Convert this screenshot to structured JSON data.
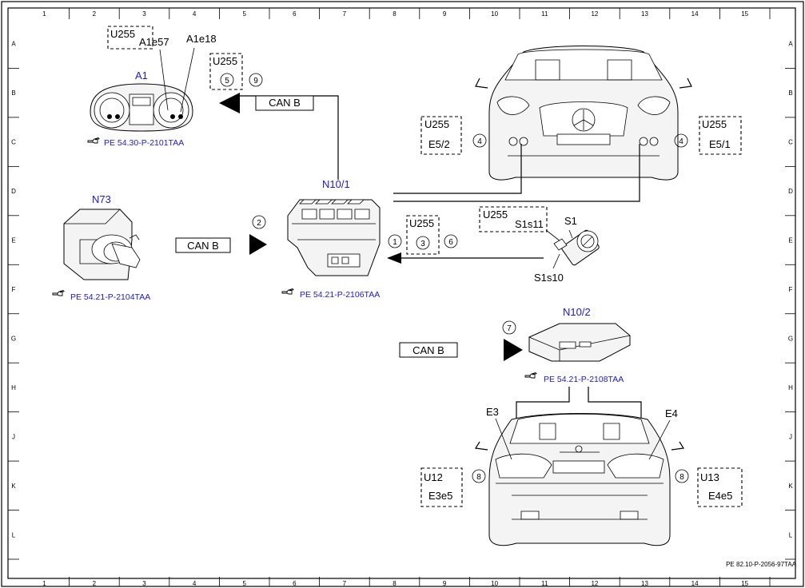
{
  "grid": {
    "columns": [
      "1",
      "2",
      "3",
      "4",
      "5",
      "6",
      "7",
      "8",
      "9",
      "10",
      "11",
      "12",
      "13",
      "14",
      "15"
    ],
    "rows": [
      "A",
      "B",
      "C",
      "D",
      "E",
      "F",
      "G",
      "H",
      "J",
      "K",
      "L"
    ]
  },
  "footer_code": "PE 82.10-P-2056-97TAA",
  "components": {
    "a1": {
      "label": "A1",
      "u_code": "U255",
      "label_a": "A1e57",
      "label_b": "A1e18",
      "ref": "PE 54.30-P-2101TAA"
    },
    "n73": {
      "label": "N73",
      "ref": "PE 54.21-P-2104TAA"
    },
    "n10_1": {
      "label": "N10/1",
      "ref": "PE 54.21-P-2106TAA"
    },
    "n10_2": {
      "label": "N10/2",
      "ref": "PE 54.21-P-2108TAA"
    },
    "s1": {
      "label": "S1",
      "u_code": "U255",
      "label_a": "S1s11",
      "label_b": "S1s10"
    },
    "front_left": {
      "u_code": "U255",
      "label": "E5/2"
    },
    "front_right": {
      "u_code": "U255",
      "label": "E5/1"
    },
    "rear_left": {
      "u_code": "U12",
      "label": "E3e5",
      "lamp": "E3"
    },
    "rear_right": {
      "u_code": "U13",
      "label": "E4e5",
      "lamp": "E4"
    },
    "mid_box": {
      "u_code": "U255"
    },
    "top_box": {
      "u_code": "U255"
    }
  },
  "can_label": "CAN B",
  "step_numbers": {
    "s1": "1",
    "s2": "2",
    "s3": "3",
    "s4": "4",
    "s5": "5",
    "s6": "6",
    "s7": "7",
    "s8": "8",
    "s9": "9"
  },
  "icons": {
    "reference": "pointing-hand-icon"
  }
}
